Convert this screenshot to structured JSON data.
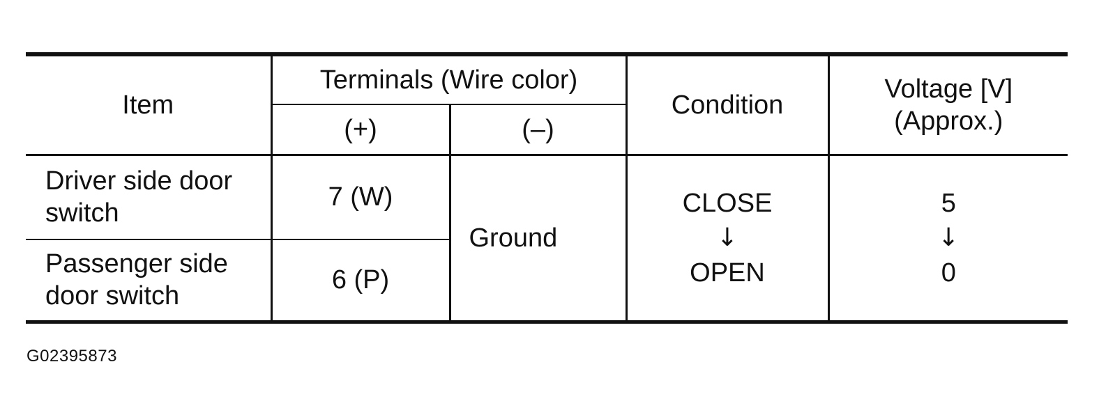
{
  "table": {
    "headers": {
      "item": "Item",
      "terminals": "Terminals (Wire color)",
      "plus": "(+)",
      "minus": "(–)",
      "condition": "Condition",
      "voltage_line1": "Voltage [V]",
      "voltage_line2": "(Approx.)"
    },
    "rows": [
      {
        "item_line1": "Driver side door",
        "item_line2": "switch",
        "plus": "7 (W)"
      },
      {
        "item_line1": "Passenger side",
        "item_line2": "door switch",
        "plus": "6 (P)"
      }
    ],
    "ground": "Ground",
    "condition": {
      "from": "CLOSE",
      "arrow": "↓",
      "to": "OPEN"
    },
    "voltage": {
      "from": "5",
      "arrow": "↓",
      "to": "0"
    }
  },
  "figure_id": "G02395873"
}
